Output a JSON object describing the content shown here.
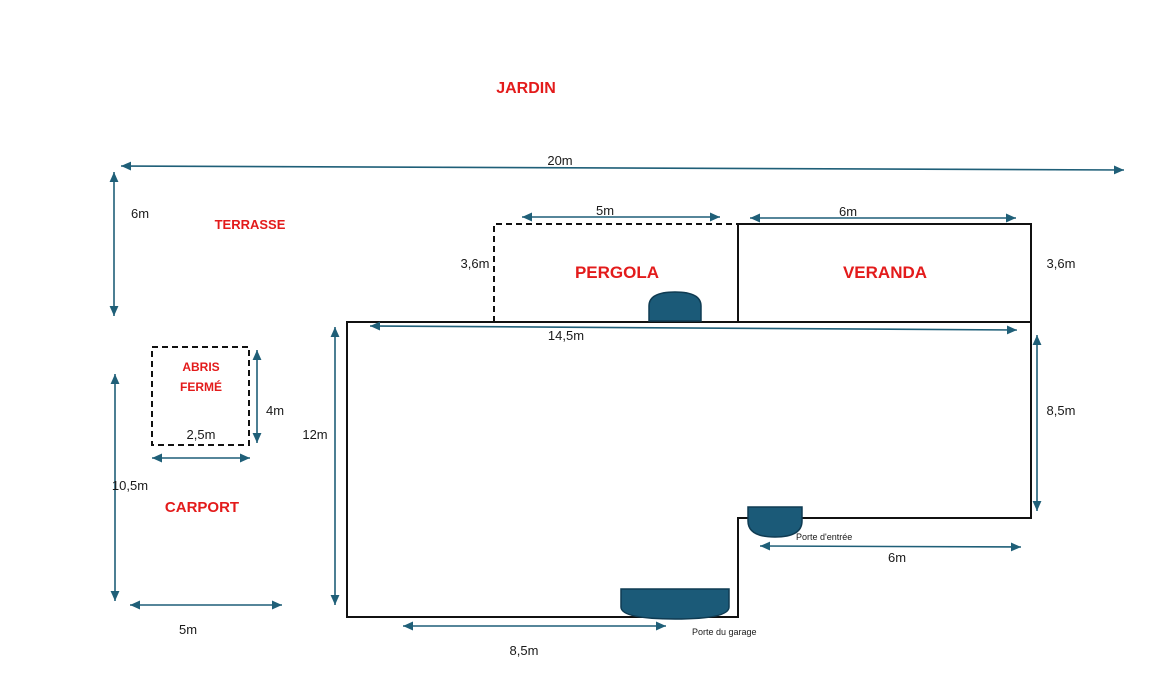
{
  "colors": {
    "zone_label": "#e31b1b",
    "dimension_arrow": "#1f5f78",
    "door": "#1b5a78",
    "wall": "#111111"
  },
  "zones": {
    "jardin": "JARDIN",
    "terrasse": "TERRASSE",
    "pergola": "PERGOLA",
    "veranda": "VERANDA",
    "abris_line1": "ABRIS",
    "abris_line2": "FERMÉ",
    "carport": "CARPORT"
  },
  "dimensions": {
    "total_width": "20m",
    "terrasse_depth": "6m",
    "pergola_width": "5m",
    "veranda_width": "6m",
    "pergola_depth": "3,6m",
    "veranda_depth": "3,6m",
    "house_width": "14,5m",
    "abris_width": "2,5m",
    "abris_depth": "4m",
    "house_depth": "12m",
    "house_right_depth": "8,5m",
    "carport_depth": "10,5m",
    "carport_width": "5m",
    "entrance_section": "6m",
    "garage_section": "8,5m"
  },
  "doors": {
    "entree": "Porte d'entrée",
    "garage": "Porte du garage"
  }
}
